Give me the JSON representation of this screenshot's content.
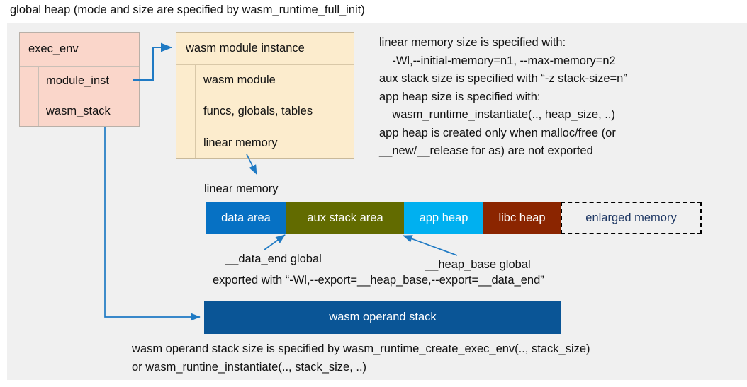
{
  "title": "global heap (mode and size are specified by wasm_runtime_full_init)",
  "exec_env": {
    "header": "exec_env",
    "rows": [
      "module_inst",
      "wasm_stack"
    ]
  },
  "module_instance": {
    "header": "wasm module instance",
    "rows": [
      "wasm module",
      "funcs, globals, tables",
      "linear memory"
    ]
  },
  "notes": {
    "text": "linear memory size is specified with:\n    -Wl,--initial-memory=n1, --max-memory=n2\naux stack size is specified with “-z stack-size=n”\napp heap size is specified with:\n    wasm_runtime_instantiate(.., heap_size, ..)\napp heap is created only when malloc/free (or\n__new/__release for as) are not exported"
  },
  "linear_memory": {
    "label": "linear memory",
    "segments": [
      {
        "label": "data area",
        "color": "#0671c4",
        "width": 114,
        "dashed": false
      },
      {
        "label": "aux stack area",
        "color": "#626b00",
        "width": 166,
        "dashed": false
      },
      {
        "label": "app heap",
        "color": "#00b0f0",
        "width": 112,
        "dashed": false
      },
      {
        "label": "libc heap",
        "color": "#8b2500",
        "width": 109,
        "dashed": false
      },
      {
        "label": "enlarged memory",
        "color": "#f0f0f0",
        "width": 199,
        "dashed": true
      }
    ]
  },
  "annotations": {
    "data_end": "__data_end global",
    "heap_base": "__heap_base global",
    "exported": "exported with “-Wl,--export=__heap_base,--export=__data_end”"
  },
  "operand_stack": {
    "label": "wasm operand stack",
    "color": "#0a5596",
    "footer": "wasm operand stack size is specified by wasm_runtime_create_exec_env(.., stack_size)\nor wasm_runtine_instantiate(.., stack_size, ..)"
  },
  "colors": {
    "panel_bg": "#f0f0f0",
    "exec_env_fill": "#fad6ca",
    "module_fill": "#fceccd",
    "arrow": "#1f7ac4"
  }
}
